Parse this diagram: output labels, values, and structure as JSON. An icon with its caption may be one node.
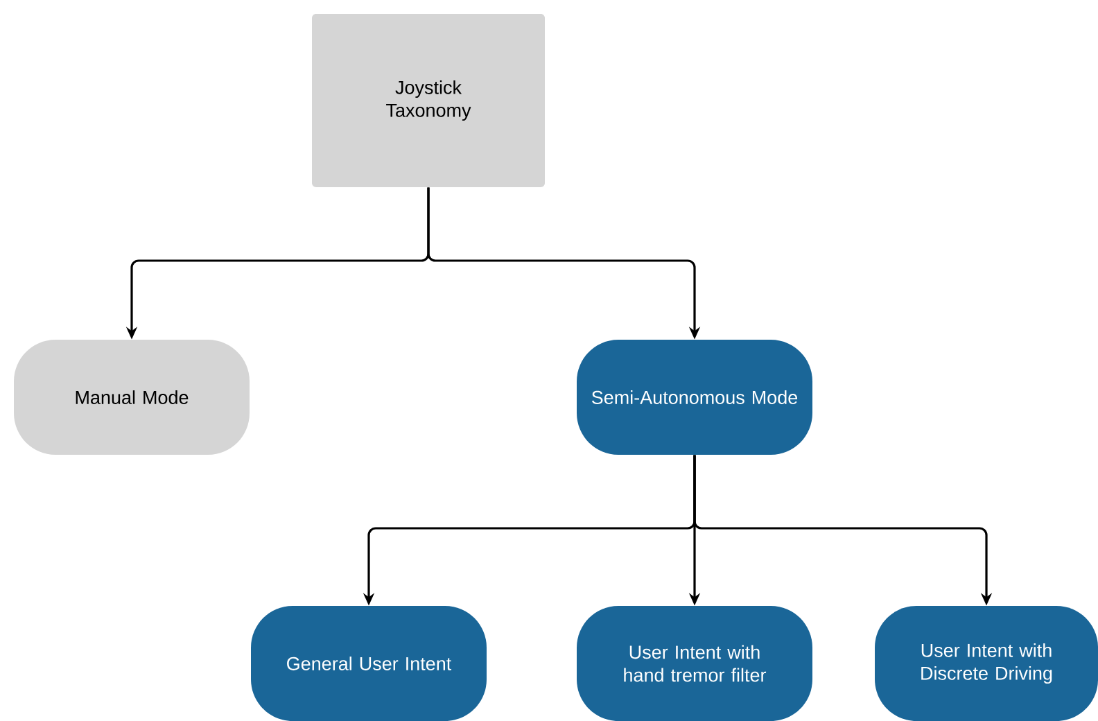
{
  "diagram": {
    "nodes": [
      {
        "text": [
          "Joystick Taxonomy"
        ]
      },
      {
        "text": [
          "Manual Mode"
        ]
      },
      {
        "text": [
          "Semi-Autonomous Mode"
        ]
      },
      {
        "text": [
          "General User Intent"
        ]
      },
      {
        "text": [
          "User Intent with hand tremor filter"
        ]
      },
      {
        "text": [
          "User Intent with Discrete Driving"
        ]
      }
    ],
    "edges": [
      {
        "from": 0,
        "to": 1,
        "arrow": "to"
      },
      {
        "from": 0,
        "to": 2,
        "arrow": "to"
      },
      {
        "from": 2,
        "to": 3,
        "arrow": "to"
      },
      {
        "from": 2,
        "to": 4,
        "arrow": "to"
      },
      {
        "from": 2,
        "to": 5,
        "arrow": "to"
      }
    ]
  }
}
